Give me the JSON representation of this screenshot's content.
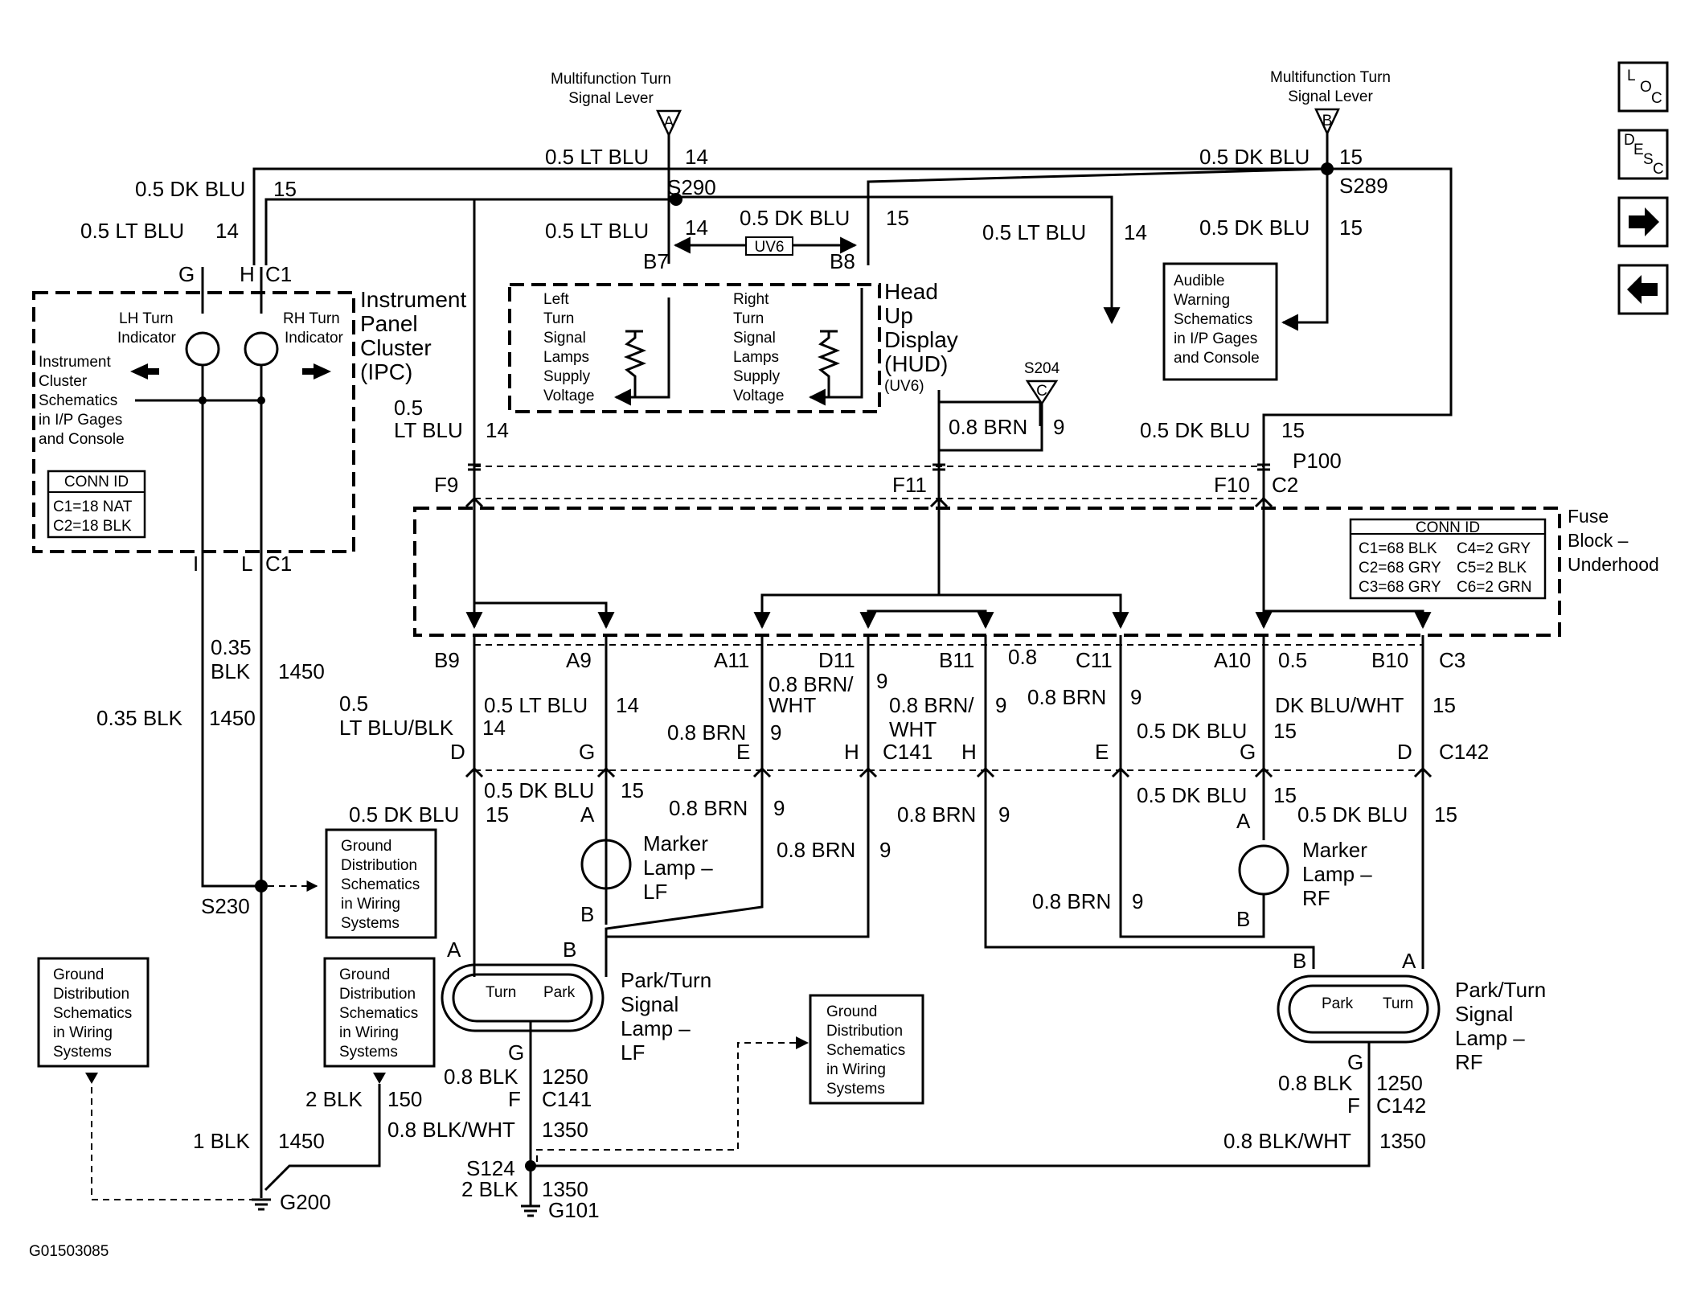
{
  "diagram": {
    "id_code": "G01503085",
    "switch": {
      "name_l1": "Multifunction Turn",
      "name_l2": "Signal Lever",
      "term_a": "A",
      "term_b": "B"
    },
    "splices": {
      "s290": "S290",
      "s289": "S289",
      "s230": "S230",
      "s124": "S124",
      "s204": "S204"
    },
    "s204_term": "C",
    "grounds": {
      "g200": "G200",
      "g101": "G101"
    },
    "wires": {
      "lt_blu_05": "0.5 LT BLU",
      "dk_blu_05": "0.5 DK BLU",
      "lt_blu_05_split": "0.5",
      "lt_blu_split": "LT BLU",
      "brn_08": "0.8 BRN",
      "blk_035_a": "0.35",
      "blk_035_b": "BLK",
      "blk_035": "0.35 BLK",
      "lt_blu_blk_a": "0.5",
      "lt_blu_blk_b": "LT BLU/BLK",
      "brn_wht_a": "0.8 BRN/",
      "brn_wht_b": "WHT",
      "dk_blu_wht": "DK BLU/WHT",
      "blk_08": "0.8 BLK",
      "blk_wht_08": "0.8 BLK/WHT",
      "blk_2": "2 BLK",
      "blk_1": "1 BLK",
      "num_14": "14",
      "num_15": "15",
      "num_9": "9",
      "num_1450": "1450",
      "num_1250": "1250",
      "num_1350": "1350",
      "num_150": "150",
      "val_08": "0.8",
      "val_05": "0.5"
    },
    "connectors": {
      "c1": "C1",
      "c2": "C2",
      "c3": "C3",
      "c141": "C141",
      "c142": "C142",
      "p100": "P100",
      "g": "G",
      "h": "H",
      "i": "I",
      "l": "L",
      "b7": "B7",
      "b8": "B8",
      "f9": "F9",
      "f10": "F10",
      "f11": "F11",
      "b9": "B9",
      "a9": "A9",
      "a11": "A11",
      "d11": "D11",
      "b11": "B11",
      "c11": "C11",
      "a10": "A10",
      "b10": "B10",
      "d": "D",
      "e": "E",
      "f": "F",
      "a": "A",
      "b": "B"
    },
    "ipc": {
      "title": [
        "Instrument",
        "Panel",
        "Cluster",
        "(IPC)"
      ],
      "lh": [
        "LH Turn",
        "Indicator"
      ],
      "rh": [
        "RH Turn",
        "Indicator"
      ],
      "schem": [
        "Instrument",
        "Cluster",
        "Schematics",
        "in I/P Gages",
        "and Console"
      ],
      "conn_title": "CONN ID",
      "conn": [
        "C1=18 NAT",
        "C2=18 BLK"
      ]
    },
    "hud": {
      "title": [
        "Head",
        "Up",
        "Display",
        "(HUD)"
      ],
      "option": "(UV6)",
      "uv6": "UV6",
      "left": [
        "Left",
        "Turn",
        "Signal",
        "Lamps",
        "Supply",
        "Voltage"
      ],
      "right": [
        "Right",
        "Turn",
        "Signal",
        "Lamps",
        "Supply",
        "Voltage"
      ]
    },
    "audible": [
      "Audible",
      "Warning",
      "Schematics",
      "in I/P Gages",
      "and Console"
    ],
    "fuse_block": {
      "title": [
        "Fuse",
        "Block –",
        "Underhood"
      ],
      "conn_title": "CONN ID",
      "conn": [
        "C1=68 BLK",
        "C4=2 GRY",
        "C2=68 GRY",
        "C5=2 BLK",
        "C3=68 GRY",
        "C6=2 GRN"
      ]
    },
    "ground_dist": [
      "Ground",
      "Distribution",
      "Schematics",
      "in Wiring",
      "Systems"
    ],
    "marker_lf": [
      "Marker",
      "Lamp –",
      "LF"
    ],
    "marker_rf": [
      "Marker",
      "Lamp –",
      "RF"
    ],
    "park_lf": [
      "Park/Turn",
      "Signal",
      "Lamp –",
      "LF"
    ],
    "park_rf": [
      "Park/Turn",
      "Signal",
      "Lamp –",
      "RF"
    ],
    "bulb_turn": "Turn",
    "bulb_park": "Park"
  },
  "nav": {
    "loc": [
      "L",
      "O",
      "C"
    ],
    "desc": [
      "D",
      "E",
      "S",
      "C"
    ],
    "next": "next-arrow-icon",
    "prev": "prev-arrow-icon"
  }
}
